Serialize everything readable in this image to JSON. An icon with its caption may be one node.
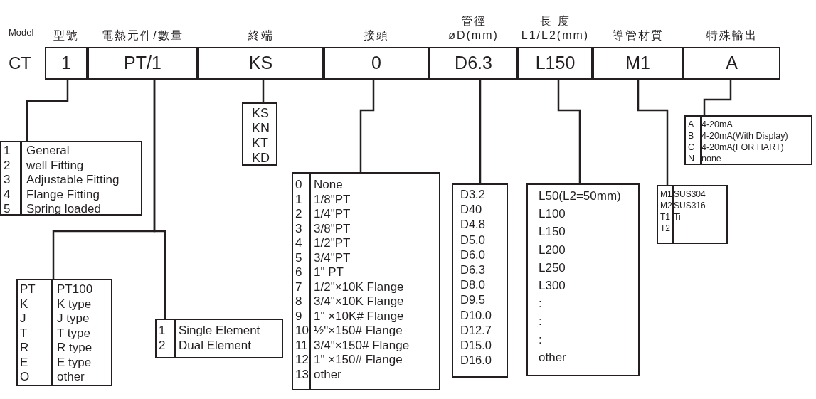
{
  "diagram": {
    "nodes": [
      {
        "text": [
          "型號",
          "1"
        ]
      },
      {
        "text": [
          "電熱元件/數量",
          "PT/1"
        ]
      },
      {
        "text": [
          "終端",
          "KS"
        ]
      },
      {
        "text": [
          "接頭",
          "0"
        ]
      },
      {
        "text": [
          "管徑 øD(mm)",
          "D6.3"
        ]
      },
      {
        "text": [
          "長 度 L1/L2(mm)",
          "L150"
        ]
      },
      {
        "text": [
          "導管材質",
          "M1"
        ]
      },
      {
        "text": [
          "特殊輸出",
          "A"
        ]
      },
      {
        "text": [
          "1",
          "General",
          "2",
          "well Fitting",
          "3",
          "Adjustable Fitting",
          "4",
          "Flange Fitting",
          "5",
          "Spring loaded"
        ]
      },
      {
        "text": [
          "KS",
          "KN",
          "KT",
          "KD"
        ]
      },
      {
        "text": [
          "PT",
          "PT100",
          "K",
          "K type",
          "J",
          "J type",
          "T",
          "T type",
          "R",
          "R type",
          "E",
          "E type",
          "O",
          "other"
        ]
      },
      {
        "text": [
          "1",
          "Single Element",
          "2",
          "Dual Element"
        ]
      },
      {
        "text": [
          "0",
          "None",
          "1",
          "1/8\"PT",
          "2",
          "1/4\"PT",
          "3",
          "3/8\"PT",
          "4",
          "1/2\"PT",
          "5",
          "3/4\"PT",
          "6",
          "1\" PT",
          "7",
          "1/2\"×10K Flange",
          "8",
          "3/4\"×10K Flange",
          "9",
          "1\" ×10K# Flange",
          "10",
          "½\"×150# Flange",
          "11",
          "3/4\"×150# Flange",
          "12",
          "1\" ×150# Flange",
          "13",
          "other"
        ]
      },
      {
        "text": [
          "D3.2",
          "D40",
          "D4.8",
          "D5.0",
          "D6.0",
          "D6.3",
          "D8.0",
          "D9.5",
          "D10.0",
          "D12.7",
          "D15.0",
          "D16.0"
        ]
      },
      {
        "text": [
          "L50(L2=50mm)",
          "L100",
          "L150",
          "L200",
          "L250",
          "L300",
          ":",
          ":",
          ":",
          "other"
        ]
      },
      {
        "text": [
          "M1",
          "SUS304",
          "M2",
          "SUS316",
          "T1",
          "Ti",
          "T2"
        ]
      },
      {
        "text": [
          "A",
          "4-20mA",
          "B",
          "4-20mA(With Display)",
          "C",
          "4-20mA(FOR HART)",
          "N",
          "none"
        ]
      }
    ],
    "edges": [
      {
        "from": 0,
        "to": 8,
        "arrow": "none"
      },
      {
        "from": 1,
        "to": 10,
        "arrow": "none"
      },
      {
        "from": 1,
        "to": 11,
        "arrow": "none"
      },
      {
        "from": 2,
        "to": 9,
        "arrow": "none"
      },
      {
        "from": 3,
        "to": 12,
        "arrow": "none"
      },
      {
        "from": 4,
        "to": 13,
        "arrow": "none"
      },
      {
        "from": 5,
        "to": 14,
        "arrow": "none"
      },
      {
        "from": 6,
        "to": 15,
        "arrow": "none"
      },
      {
        "from": 7,
        "to": 16,
        "arrow": "none"
      }
    ],
    "labels": [
      "Model",
      "CT"
    ]
  }
}
